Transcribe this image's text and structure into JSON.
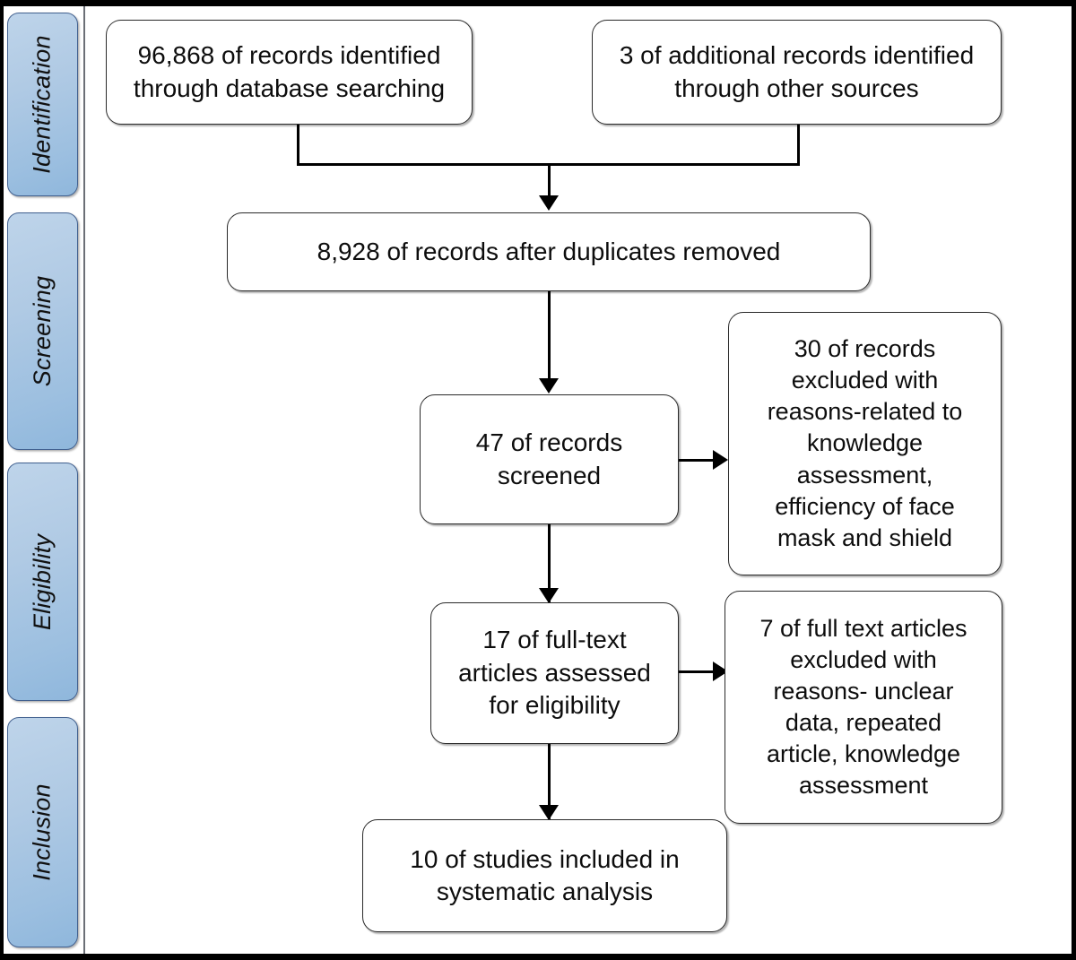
{
  "diagram": {
    "title": "PRISMA systematic review flow diagram",
    "type": "prisma-flowchart",
    "frame_color": "#000000",
    "stage_fill_light": "#bed4ea",
    "stage_fill_dark": "#8fb7dc",
    "stage_border": "#41608f",
    "node_border": "#2a2a2a",
    "node_fill": "#ffffff",
    "connector_color": "#000000"
  },
  "stages": [
    {
      "id": "identification",
      "label": "Identification"
    },
    {
      "id": "screening",
      "label": "Screening"
    },
    {
      "id": "eligibility",
      "label": "Eligibility"
    },
    {
      "id": "inclusion",
      "label": "Inclusion"
    }
  ],
  "nodes": {
    "database_records": {
      "text": "96,868 of records identified\nthrough database searching"
    },
    "other_records": {
      "text": "3 of additional records identified\nthrough other sources"
    },
    "after_duplicates": {
      "text": "8,928 of records after duplicates removed"
    },
    "records_screened": {
      "text": "47 of records\nscreened"
    },
    "records_excluded": {
      "text": "30 of records\nexcluded with\nreasons-related to\nknowledge\nassessment,\nefficiency of face\nmask and shield"
    },
    "fulltext_assessed": {
      "text": "17 of full-text\narticles assessed\nfor eligibility"
    },
    "fulltext_excluded": {
      "text": "7 of full text articles\nexcluded with\nreasons- unclear\ndata, repeated\narticle, knowledge\nassessment"
    },
    "studies_included": {
      "text": "10 of studies included in\nsystematic analysis"
    }
  },
  "chart_data": {
    "type": "diagram",
    "title": "PRISMA flow of study selection",
    "stages": [
      "Identification",
      "Screening",
      "Eligibility",
      "Inclusion"
    ],
    "counts": {
      "records_identified_database": 96868,
      "records_identified_other": 3,
      "records_after_duplicates_removed": 8928,
      "records_screened": 47,
      "records_excluded": 30,
      "fulltext_assessed": 17,
      "fulltext_excluded": 7,
      "studies_included": 10
    },
    "exclusion_reasons_screening": [
      "knowledge assessment",
      "efficiency of face mask and shield"
    ],
    "exclusion_reasons_eligibility": [
      "unclear data",
      "repeated article",
      "knowledge assessment"
    ]
  }
}
